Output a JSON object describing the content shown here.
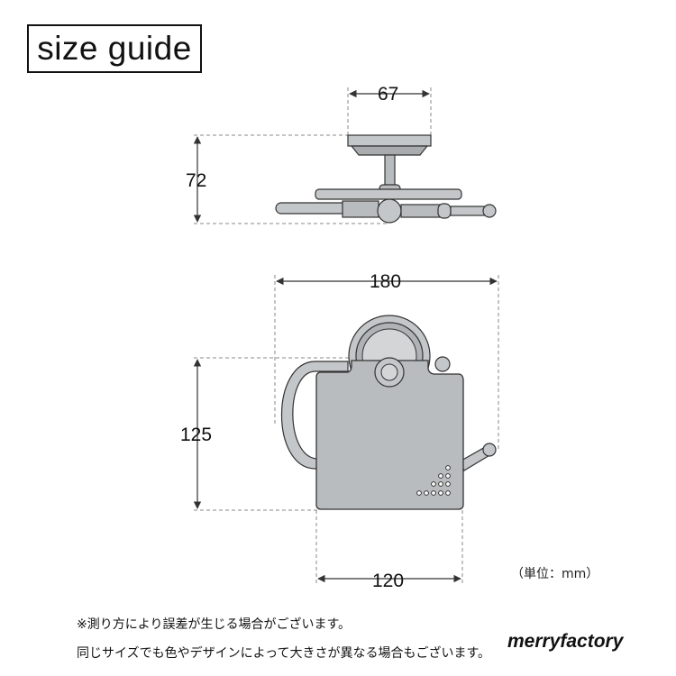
{
  "title": "size guide",
  "dimensions": {
    "depth_top": "67",
    "height_side": "72",
    "width_total": "180",
    "height_front": "125",
    "width_cover": "120"
  },
  "unit_label": "（単位：mm）",
  "notes": [
    "※測り方により誤差が生じる場合がございます。",
    "同じサイズでも色やデザインによって大きさが異なる場合もございます。"
  ],
  "brand": "merryfactory",
  "colors": {
    "line": "#333333",
    "fill": "#b9bcbe",
    "dashed": "#888888"
  }
}
